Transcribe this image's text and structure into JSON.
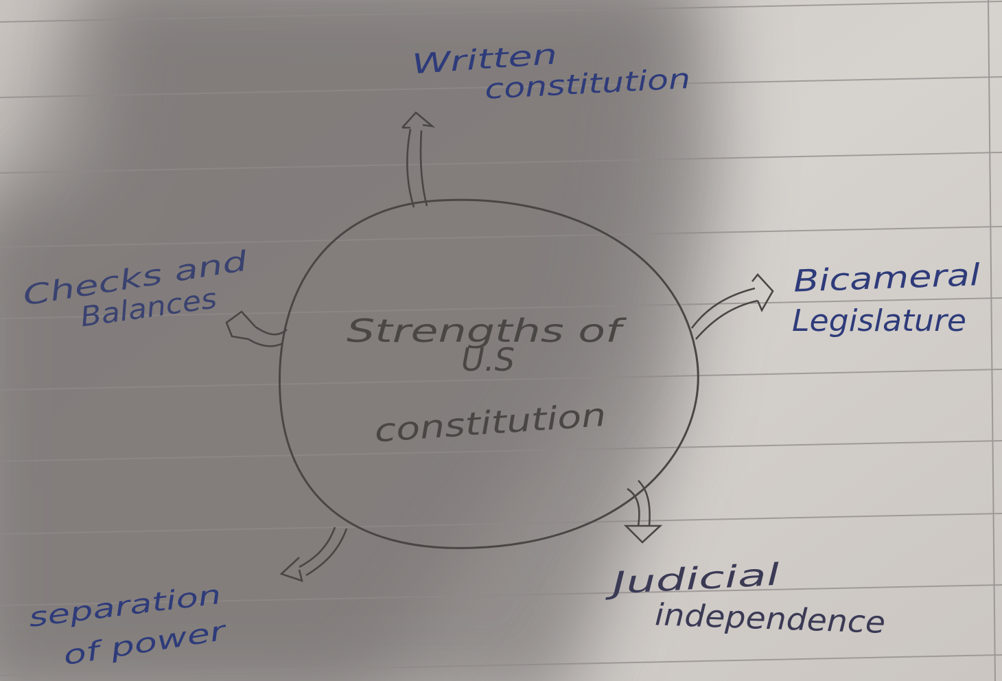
{
  "paper": {
    "background_color": "#cfcac6",
    "rule_color": "#8f8a88",
    "shadow_color": "#7c7776",
    "margin_rule_color": "#9d9795"
  },
  "diagram": {
    "center_label_lines": [
      "Strengths of",
      "U.S",
      "constitution"
    ],
    "ink_pencil": "#4a4644",
    "ink_blue": "#2e3b7a",
    "branches": [
      {
        "id": "written-constitution",
        "lines": [
          "Written",
          "constitution"
        ]
      },
      {
        "id": "bicameral-legislature",
        "lines": [
          "Bicameral",
          "Legislature"
        ]
      },
      {
        "id": "judicial-independence",
        "lines": [
          "Judicial",
          "independence"
        ]
      },
      {
        "id": "separation-of-power",
        "lines": [
          "separation",
          "of power"
        ]
      },
      {
        "id": "checks-and-balances",
        "lines": [
          "Checks and",
          "Balances"
        ]
      }
    ]
  }
}
